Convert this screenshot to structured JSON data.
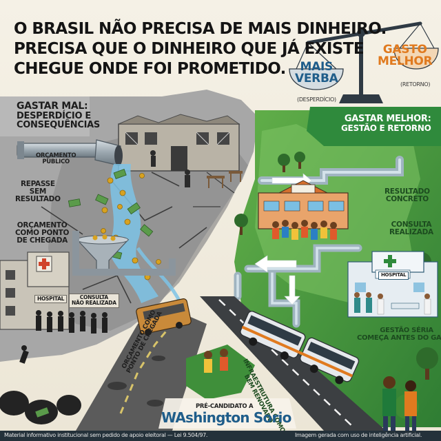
{
  "headline": {
    "line1": "O BRASIL NÃO PRECISA DE MAIS DINHEIRO.",
    "line2": "PRECISA QUE O DINHEIRO QUE JÁ EXISTE",
    "line3": "CHEGUE ONDE FOI PROMETIDO."
  },
  "scale": {
    "left_line1": "MAIS",
    "left_line2": "VERBA",
    "left_sub": "(DESPERDÍCIO)",
    "right_line1": "GASTO",
    "right_line2": "MELHOR",
    "right_sub": "(RETORNO)"
  },
  "left_panel": {
    "title_line1": "GASTAR MAL:",
    "title_line2": "DESPERDÍCIO E",
    "title_line3": "CONSEQUÊNCIAS",
    "label_orcamento_line1": "ORÇAMENTO",
    "label_orcamento_line2": "PÚBLICO",
    "label_repasse_line1": "REPASSE",
    "label_repasse_line2": "SEM",
    "label_repasse_line3": "RESULTADO",
    "label_ponto_line1": "ORÇAMENTO",
    "label_ponto_line2": "COMO PONTO",
    "label_ponto_line3": "DE CHEGADA",
    "hospital_sign": "HOSPITAL",
    "consulta_sign_line1": "CONSULTA",
    "consulta_sign_line2": "NÃO REALIZADA",
    "road_label_line1": "ORÇAMENTO COMO",
    "road_label_line2": "PONTO DE CHEGADA"
  },
  "right_panel": {
    "title_line1": "GASTAR MELHOR:",
    "title_line2": "GESTÃO E RETORNO",
    "label_resultado_line1": "RESULTADO",
    "label_resultado_line2": "CONCRETO",
    "label_consulta_line1": "CONSULTA",
    "label_consulta_line2": "REALIZADA",
    "hospital_sign": "HOSPITAL",
    "label_gestao_line1": "GESTÃO SÉRIA",
    "label_gestao_line2": "COMEÇA ANTES DO GASTO",
    "road_label_line1": "INFRAESTRUTURA COMO",
    "road_label_line2": "BEM RENOVADO"
  },
  "candidate": {
    "pre_label": "PRÉ-CANDIDATO A",
    "name_w": "WA",
    "name_rest": "shington Sorio"
  },
  "footer": {
    "left": "Material informativo institucional sem pedido de apoio eleitoral — Lei 9.504/97.",
    "right": "Imagem gerada com uso de inteligência artificial."
  },
  "colors": {
    "bad_side": "#8f8f8f",
    "good_side": "#2f8a3c",
    "accent_orange": "#e07a1f",
    "accent_blue": "#1f5d8a",
    "water": "#7cc3e6",
    "money": "#5a9b4a",
    "coin": "#d8a220",
    "footer_bg": "#24313a"
  },
  "icons": [
    "balance-scale-icon",
    "hospital-cross-icon",
    "bus-icon",
    "pipe-icon",
    "funnel-icon",
    "coin-icon",
    "banknote-icon",
    "tree-icon"
  ]
}
